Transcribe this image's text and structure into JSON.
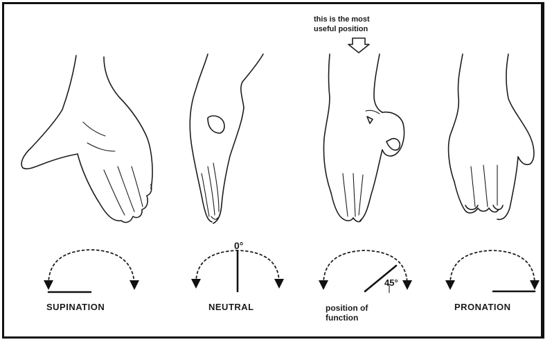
{
  "note": {
    "line1": "this is the most",
    "line2": "useful position"
  },
  "panels": [
    {
      "id": "supination",
      "label": "SUPINATION"
    },
    {
      "id": "neutral",
      "label": "NEUTRAL",
      "angle_label": "0°"
    },
    {
      "id": "function",
      "label_line1": "position of",
      "label_line2": "function",
      "angle_label": "45°"
    },
    {
      "id": "pronation",
      "label": "PRONATION"
    }
  ]
}
